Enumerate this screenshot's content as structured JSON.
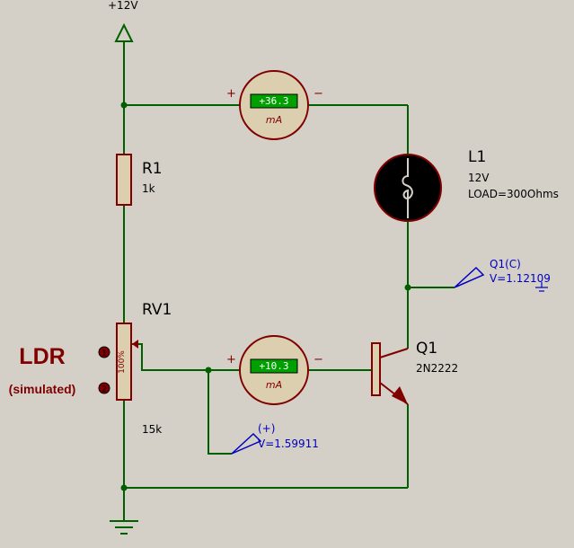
{
  "supply": {
    "label": "+12V"
  },
  "r1": {
    "ref": "R1",
    "value": "1k"
  },
  "l1": {
    "ref": "L1",
    "voltage": "12V",
    "load": "LOAD=300Ohms"
  },
  "rv1": {
    "ref": "RV1",
    "value": "15k",
    "percent": "100%"
  },
  "q1": {
    "ref": "Q1",
    "part": "2N2222"
  },
  "ldr": {
    "title": "LDR",
    "subtitle": "(simulated)"
  },
  "ammeter_top": {
    "reading": "+36.3",
    "unit": "mA",
    "plus": "+",
    "minus": "−"
  },
  "ammeter_bottom": {
    "reading": "+10.3",
    "unit": "mA",
    "plus": "+",
    "minus": "−"
  },
  "probe_collector": {
    "name": "Q1(C)",
    "reading": "V=1.12109"
  },
  "probe_base": {
    "name": "(+)",
    "reading": "V=1.59911"
  },
  "colors": {
    "wire": "#006000",
    "component": "#800000",
    "background": "#d4d0c8",
    "probe": "#0000c0",
    "lcd": "#00a000"
  }
}
